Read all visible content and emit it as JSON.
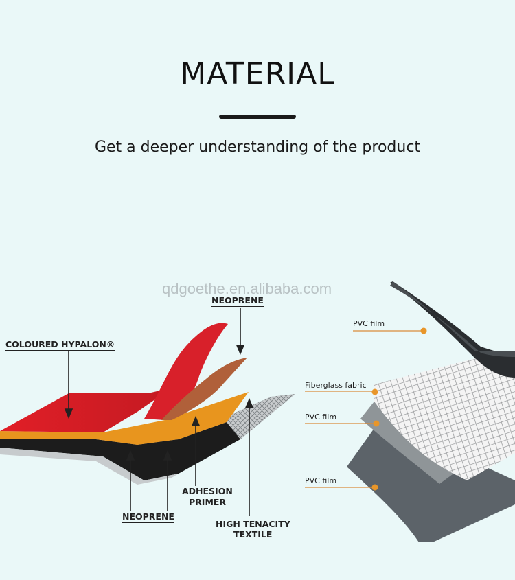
{
  "header": {
    "title": "MATERIAL",
    "subtitle": "Get a deeper understanding of the product"
  },
  "watermark": "qdgoethe.en.alibaba.com",
  "left_diagram": {
    "labels": {
      "neoprene_top": "NEOPRENE",
      "coloured_hypalon": "COLOURED HYPALON®",
      "adhesion_line1": "ADHESION",
      "adhesion_line2": "PRIMER",
      "neoprene_bottom": "NEOPRENE",
      "textile_line1": "HIGH TENACITY",
      "textile_line2": "TEXTILE"
    },
    "colors": {
      "hypalon": "#d8202a",
      "adhesion": "#e8951e",
      "neoprene": "#1c1c1c"
    }
  },
  "right_diagram": {
    "labels": {
      "pvc_top": "PVC film",
      "fiberglass": "Fiberglass fabric",
      "pvc_middle": "PVC film",
      "pvc_bottom": "PVC film"
    },
    "colors": {
      "dot": "#e8962a",
      "leader": "#d98c3a"
    }
  }
}
